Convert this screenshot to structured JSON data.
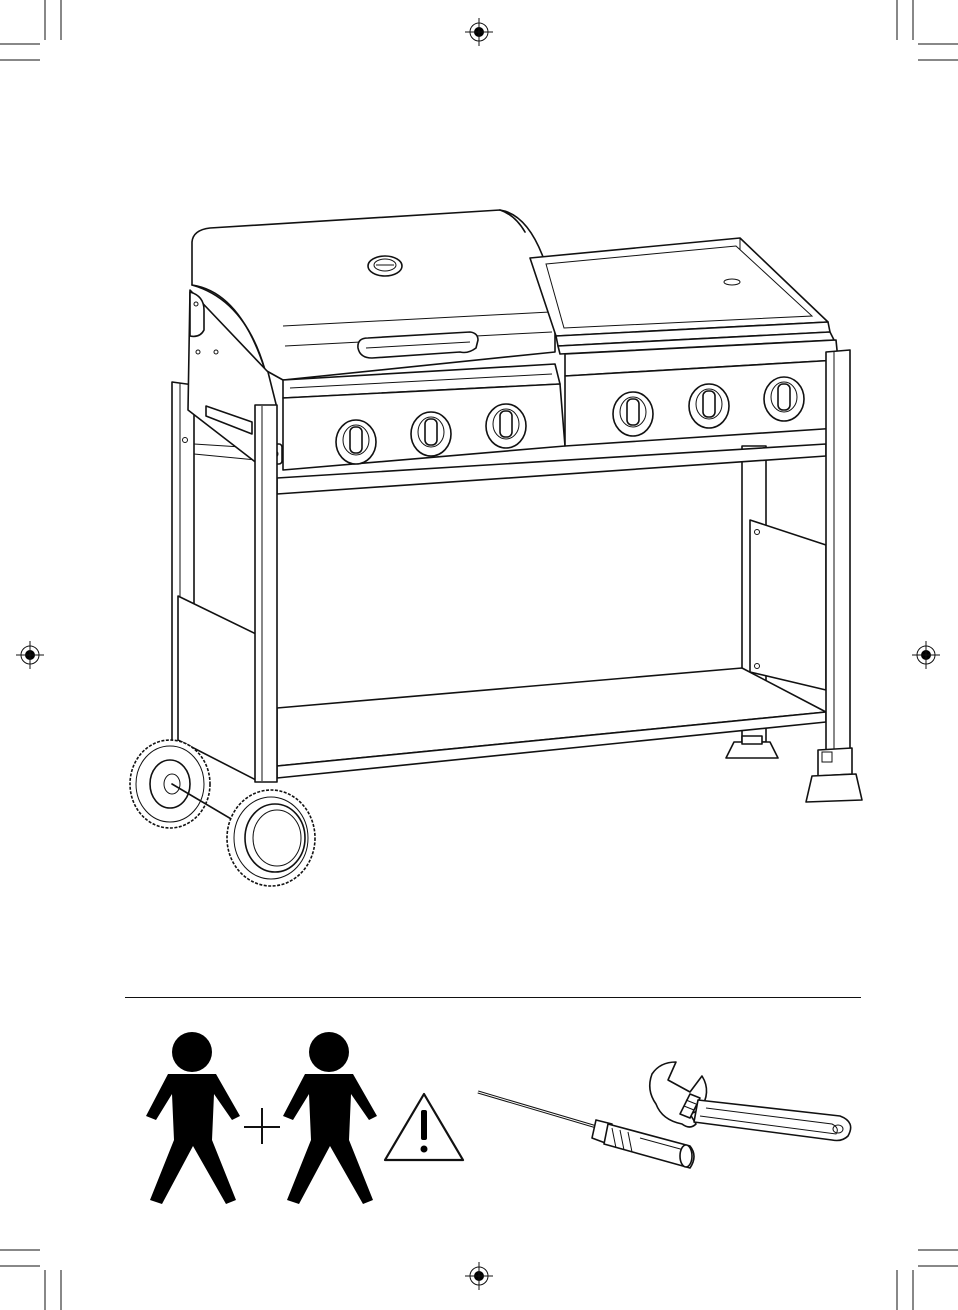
{
  "page": {
    "background": "#ffffff",
    "ink": "#000000"
  },
  "illustration": {
    "subject": "gas-grill-with-griddle-on-wheeled-cart",
    "grill_burner_knobs": 3,
    "griddle_burner_knobs": 3,
    "wheels": 2
  },
  "assembly_requirements": {
    "persons_required": 2,
    "icons": [
      "person-icon",
      "plus-icon",
      "person-icon",
      "warning-triangle-icon"
    ],
    "tools": [
      "phillips-screwdriver-icon",
      "adjustable-wrench-icon"
    ]
  },
  "print_marks": [
    "registration-mark-icon",
    "crop-mark-icon"
  ]
}
